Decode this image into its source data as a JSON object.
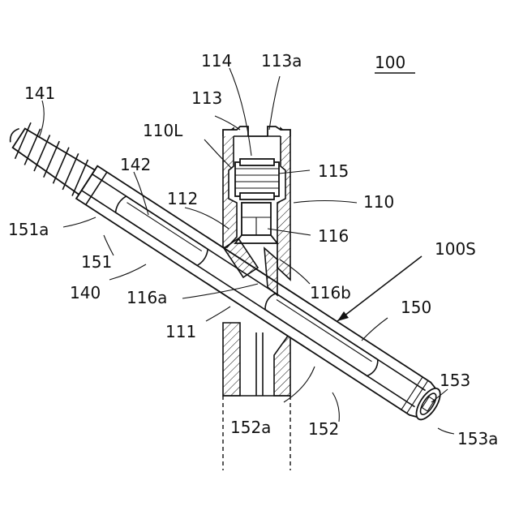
{
  "figure": {
    "reference_number": "100",
    "labels": {
      "l141": "141",
      "l142": "142",
      "l151a": "151a",
      "l151": "151",
      "l140": "140",
      "l114": "114",
      "l113a": "113a",
      "l113": "113",
      "l110L": "110L",
      "l115": "115",
      "l110": "110",
      "l112": "112",
      "l116": "116",
      "l100S": "100S",
      "l116a": "116a",
      "l116b": "116b",
      "l150": "150",
      "l111": "111",
      "l153": "153",
      "l152a": "152a",
      "l152": "152",
      "l153a": "153a"
    }
  }
}
